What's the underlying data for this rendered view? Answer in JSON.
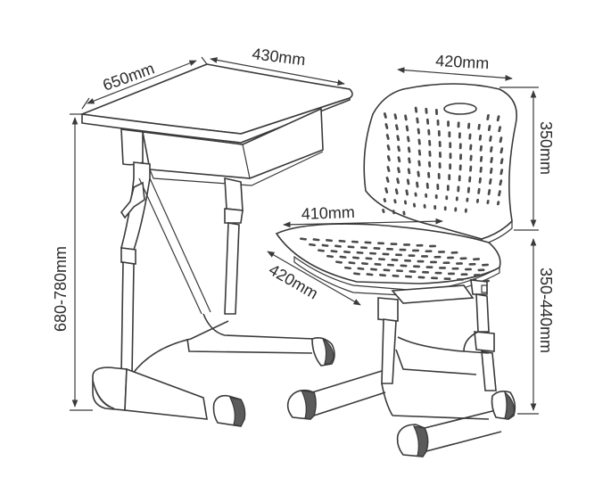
{
  "dimensions": {
    "desk_width": "650mm",
    "desk_depth": "430mm",
    "desk_height": "680-780mm",
    "chair_back_width": "420mm",
    "chair_back_height": "350mm",
    "seat_width": "410mm",
    "seat_depth": "420mm",
    "seat_height": "350-440mm"
  },
  "colors": {
    "line": "#3a3a3a",
    "foot_shade": "#5b5b5b",
    "background": "#ffffff"
  }
}
